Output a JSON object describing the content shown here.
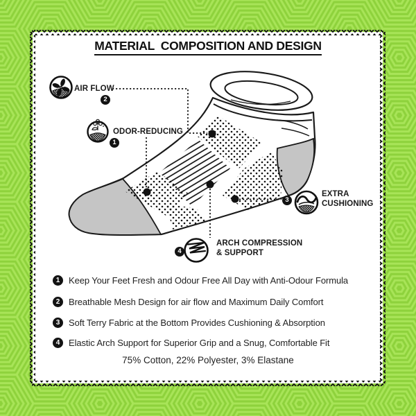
{
  "title": "MATERIAL  COMPOSITION AND DESIGN",
  "callouts": {
    "air_flow": {
      "label": "AIR FLOW",
      "number": "2",
      "icon": "fan-icon"
    },
    "odor": {
      "label": "ODOR-REDUCING",
      "number": "1",
      "icon": "flower-icon"
    },
    "cushioning": {
      "label_lines": [
        "EXTRA",
        "CUSHIONING"
      ],
      "number": "3",
      "icon": "cushion-wave-icon"
    },
    "arch": {
      "label_lines": [
        "ARCH COMPRESSION",
        "& SUPPORT"
      ],
      "number": "4",
      "icon": "spring-zigzag-icon"
    }
  },
  "features": [
    {
      "number": "1",
      "text": "Keep Your Feet Fresh and Odour Free All Day with Anti-Odour Formula"
    },
    {
      "number": "2",
      "text": "Breathable Mesh Design for air flow and Maximum Daily Comfort"
    },
    {
      "number": "3",
      "text": "Soft Terry Fabric at the Bottom Provides Cushioning & Absorption"
    },
    {
      "number": "4",
      "text": "Elastic Arch Support for Superior Grip and a Snug, Comfortable Fit"
    }
  ],
  "composition": "75% Cotton, 22% Polyester, 3% Elastane",
  "colors": {
    "background_green": "#8ed23c",
    "pattern_line_green": "#a8e458",
    "card_white": "#ffffff",
    "ink_black": "#1a1a1a",
    "fabric_gray": "#c5c5c5"
  }
}
